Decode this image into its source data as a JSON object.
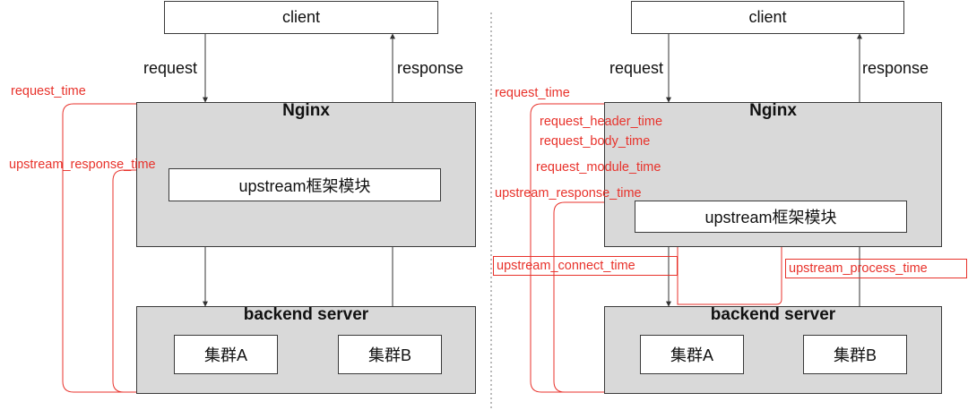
{
  "colors": {
    "annotation": "#e8322b",
    "box_gray": "#d9d9d9",
    "border": "#3a3a3a"
  },
  "left": {
    "client": "client",
    "request": "request",
    "response": "response",
    "nginx": "Nginx",
    "upstream": "upstream框架模块",
    "backend": "backend server",
    "cluster_a": "集群A",
    "cluster_b": "集群B",
    "request_time": "request_time",
    "upstream_response_time": "upstream_response_time"
  },
  "right": {
    "client": "client",
    "request": "request",
    "response": "response",
    "nginx": "Nginx",
    "upstream": "upstream框架模块",
    "backend": "backend server",
    "cluster_a": "集群A",
    "cluster_b": "集群B",
    "request_time": "request_time",
    "request_header_time": "request_header_time",
    "request_body_time": "request_body_time",
    "request_module_time": "request_module_time",
    "upstream_response_time": "upstream_response_time",
    "upstream_connect_time": "upstream_connect_time",
    "upstream_process_time": "upstream_process_time"
  }
}
